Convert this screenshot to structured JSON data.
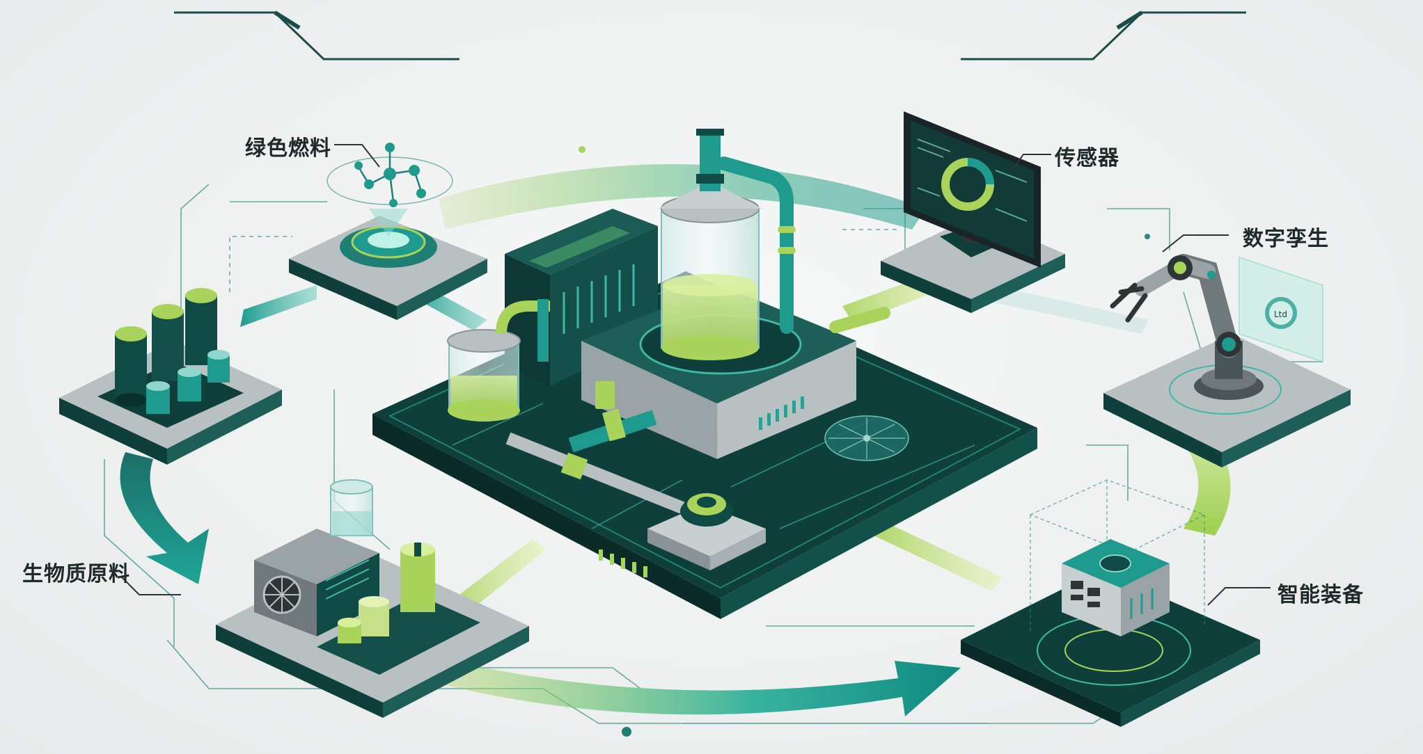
{
  "labels": {
    "green_fuel": "绿色燃料",
    "sensor": "传感器",
    "digital_twin": "数字孪生",
    "biomass": "生物质原料",
    "smart_equipment": "智能装备"
  },
  "screen_text": {
    "twin_display": "Ltd"
  },
  "colors": {
    "dark_teal": "#0f4a45",
    "teal": "#1f9a8f",
    "lime": "#a9d35a",
    "gray": "#9aa3a5",
    "label_text": "#1e2a2a"
  }
}
